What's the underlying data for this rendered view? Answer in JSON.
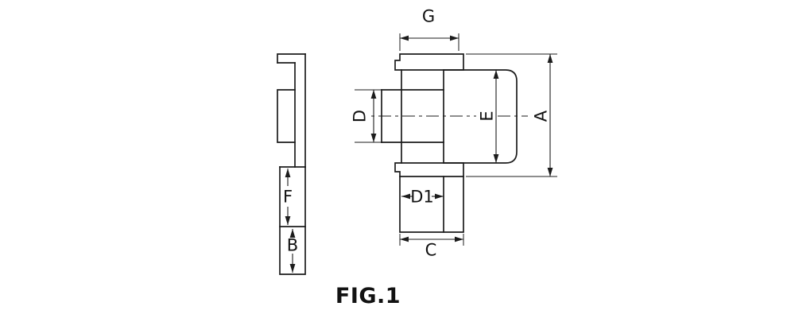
{
  "figure": {
    "title": "FIG.1",
    "background": "#ffffff",
    "line_color": "#1c1c1c"
  },
  "labels": {
    "G": "G",
    "A": "A",
    "E": "E",
    "D": "D",
    "D1": "D1",
    "C": "C",
    "F": "F",
    "B": "B"
  }
}
